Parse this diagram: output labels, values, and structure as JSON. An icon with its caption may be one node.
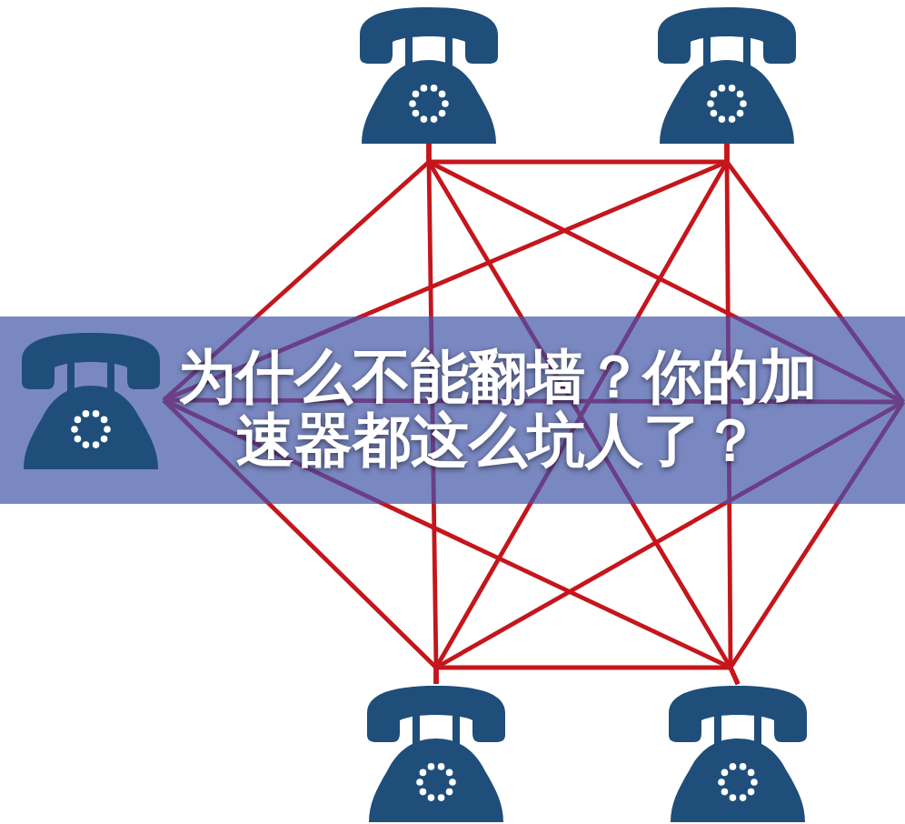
{
  "diagram": {
    "title": "为什么不能翻墙？你的加速器都这么坑人了？",
    "nodes": [
      {
        "text": [],
        "shape": "picture"
      },
      {
        "text": [],
        "shape": "picture"
      },
      {
        "text": [],
        "shape": "picture"
      },
      {
        "text": [],
        "shape": "picture"
      },
      {
        "text": [],
        "shape": "picture"
      }
    ],
    "edges": [
      {
        "from": 0,
        "to": 1,
        "arrow": "none"
      },
      {
        "from": 0,
        "to": 2,
        "arrow": "none"
      },
      {
        "from": 0,
        "to": 3,
        "arrow": "none"
      },
      {
        "from": 0,
        "to": 4,
        "arrow": "none"
      },
      {
        "from": 0,
        "to": null,
        "arrow": "none"
      },
      {
        "from": 1,
        "to": 2,
        "arrow": "none"
      },
      {
        "from": 1,
        "to": 3,
        "arrow": "none"
      },
      {
        "from": 1,
        "to": 4,
        "arrow": "none"
      },
      {
        "from": 1,
        "to": null,
        "arrow": "none"
      },
      {
        "from": 2,
        "to": 3,
        "arrow": "none"
      },
      {
        "from": 2,
        "to": 4,
        "arrow": "none"
      },
      {
        "from": 2,
        "to": null,
        "arrow": "none"
      },
      {
        "from": 3,
        "to": 4,
        "arrow": "none"
      },
      {
        "from": 3,
        "to": null,
        "arrow": "none"
      },
      {
        "from": 4,
        "to": null,
        "arrow": "none"
      }
    ]
  }
}
